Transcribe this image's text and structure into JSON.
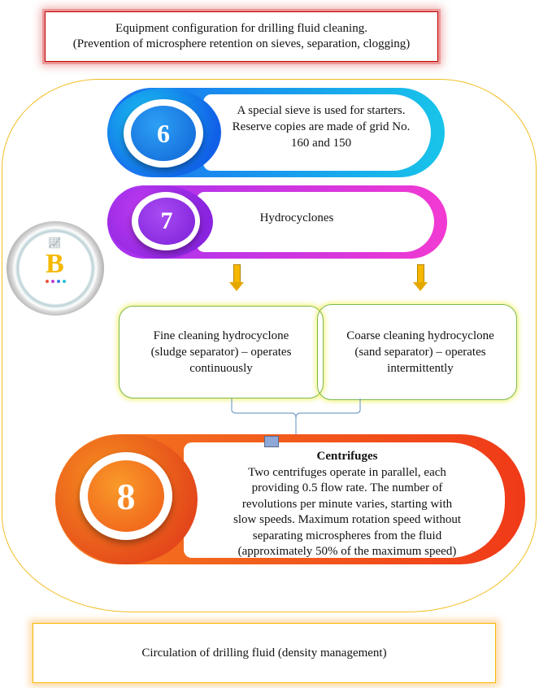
{
  "title_box": {
    "line1": "Equipment configuration for drilling fluid cleaning.",
    "line2": "(Prevention of microsphere retention on sieves, separation, clogging)"
  },
  "steps": [
    {
      "number": "6",
      "lines": [
        "A special sieve is used for starters.",
        "Reserve copies are made of grid No.",
        "160 and 150"
      ],
      "color": "#1a8ef0"
    },
    {
      "number": "7",
      "lines": [
        "Hydrocyclones"
      ],
      "color": "#b534ee"
    },
    {
      "number": "8",
      "title": "Centrifuges",
      "lines": [
        "Two centrifuges operate in parallel, each",
        "providing 0.5 flow rate. The number of",
        "revolutions per minute varies, starting with",
        "slow speeds. Maximum rotation speed without",
        "separating microspheres from the fluid",
        "(approximately 50% of the maximum speed)"
      ],
      "color": "#f2561c"
    }
  ],
  "hydrocyclones": {
    "fine": [
      "Fine cleaning hydrocyclone",
      "(sludge separator) – operates",
      "continuously"
    ],
    "coarse": [
      "Coarse cleaning hydrocyclone",
      "(sand separator) – operates",
      "intermittently"
    ]
  },
  "logo": {
    "letter": "B",
    "icon": "chart-growth-icon",
    "dot_colors": [
      "#e8533a",
      "#c23ad6",
      "#3a7de8",
      "#24c2d8"
    ]
  },
  "bottom_box": {
    "text": "Circulation of drilling fluid (density management)"
  }
}
